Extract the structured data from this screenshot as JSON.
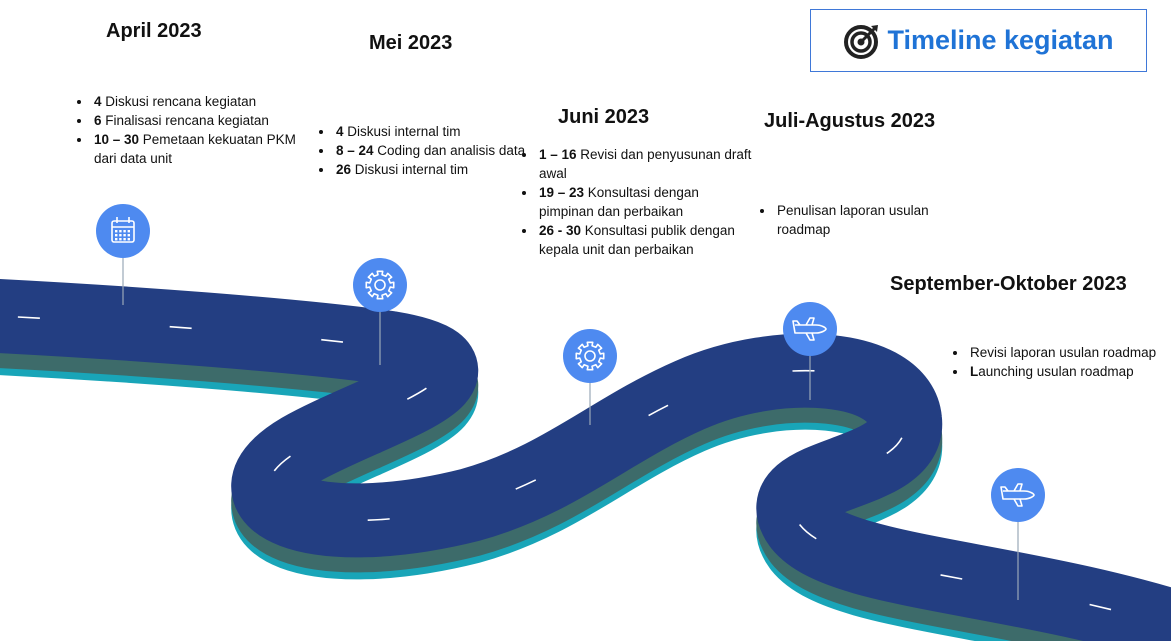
{
  "title": {
    "text": "Timeline kegiatan",
    "icon": "target-dart-icon",
    "color": "#1f73d6"
  },
  "colors": {
    "road": "#233e82",
    "road_side": "#3d6b6a",
    "road_edge": "#19a5b8",
    "pin": "#4e8af0",
    "pin_line": "#9aa8b8"
  },
  "phases": [
    {
      "heading": "April 2023",
      "icon": "calendar-icon",
      "tasks": [
        {
          "date": "4",
          "text": " Diskusi rencana kegiatan"
        },
        {
          "date": "6",
          "text": " Finalisasi rencana kegiatan"
        },
        {
          "date": "10 – 30",
          "text": " Pemetaan kekuatan PKM dari data unit"
        }
      ]
    },
    {
      "heading": "Mei 2023",
      "icon": "gear-icon",
      "tasks": [
        {
          "date": "4",
          "text": " Diskusi internal tim"
        },
        {
          "date": "8 – 24",
          "text": " Coding dan analisis data"
        },
        {
          "date": "26",
          "text": " Diskusi internal tim"
        }
      ]
    },
    {
      "heading": "Juni 2023",
      "icon": "gear-icon",
      "tasks": [
        {
          "date": "1 – 16",
          "text": " Revisi dan penyusunan draft awal"
        },
        {
          "date": "19 – 23",
          "text": " Konsultasi dengan pimpinan dan perbaikan"
        },
        {
          "date": "26 - 30",
          "text": " Konsultasi publik dengan kepala unit dan perbaikan"
        }
      ]
    },
    {
      "heading": "Juli-Agustus 2023",
      "icon": "airplane-icon",
      "tasks": [
        {
          "date": "",
          "text": "Penulisan laporan usulan roadmap"
        }
      ]
    },
    {
      "heading": "September-Oktober 2023",
      "icon": "airplane-icon",
      "tasks": [
        {
          "date": "",
          "text": "Revisi laporan usulan roadmap"
        },
        {
          "date": "",
          "first": "L",
          "text": "aunching usulan roadmap"
        }
      ]
    }
  ]
}
